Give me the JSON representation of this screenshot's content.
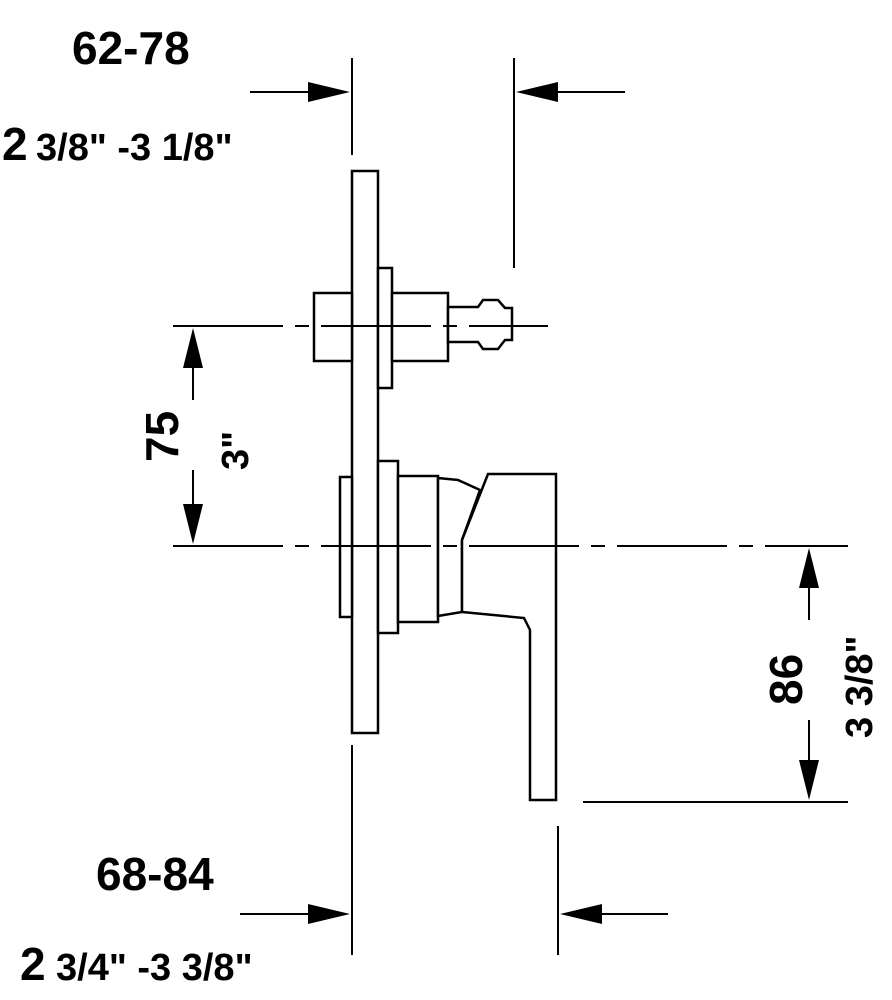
{
  "dimensions": {
    "top_depth_mm": "62-78",
    "top_depth_in_whole": "2",
    "top_depth_in_rest": "3/8\" -3 1/8\"",
    "spacing_mm": "75",
    "spacing_in": "3\"",
    "handle_drop_mm": "86",
    "handle_drop_in": "3 3/8\"",
    "bottom_depth_mm": "68-84",
    "bottom_depth_in_whole": "2",
    "bottom_depth_in_rest": "3/4\" -3 3/8\""
  }
}
